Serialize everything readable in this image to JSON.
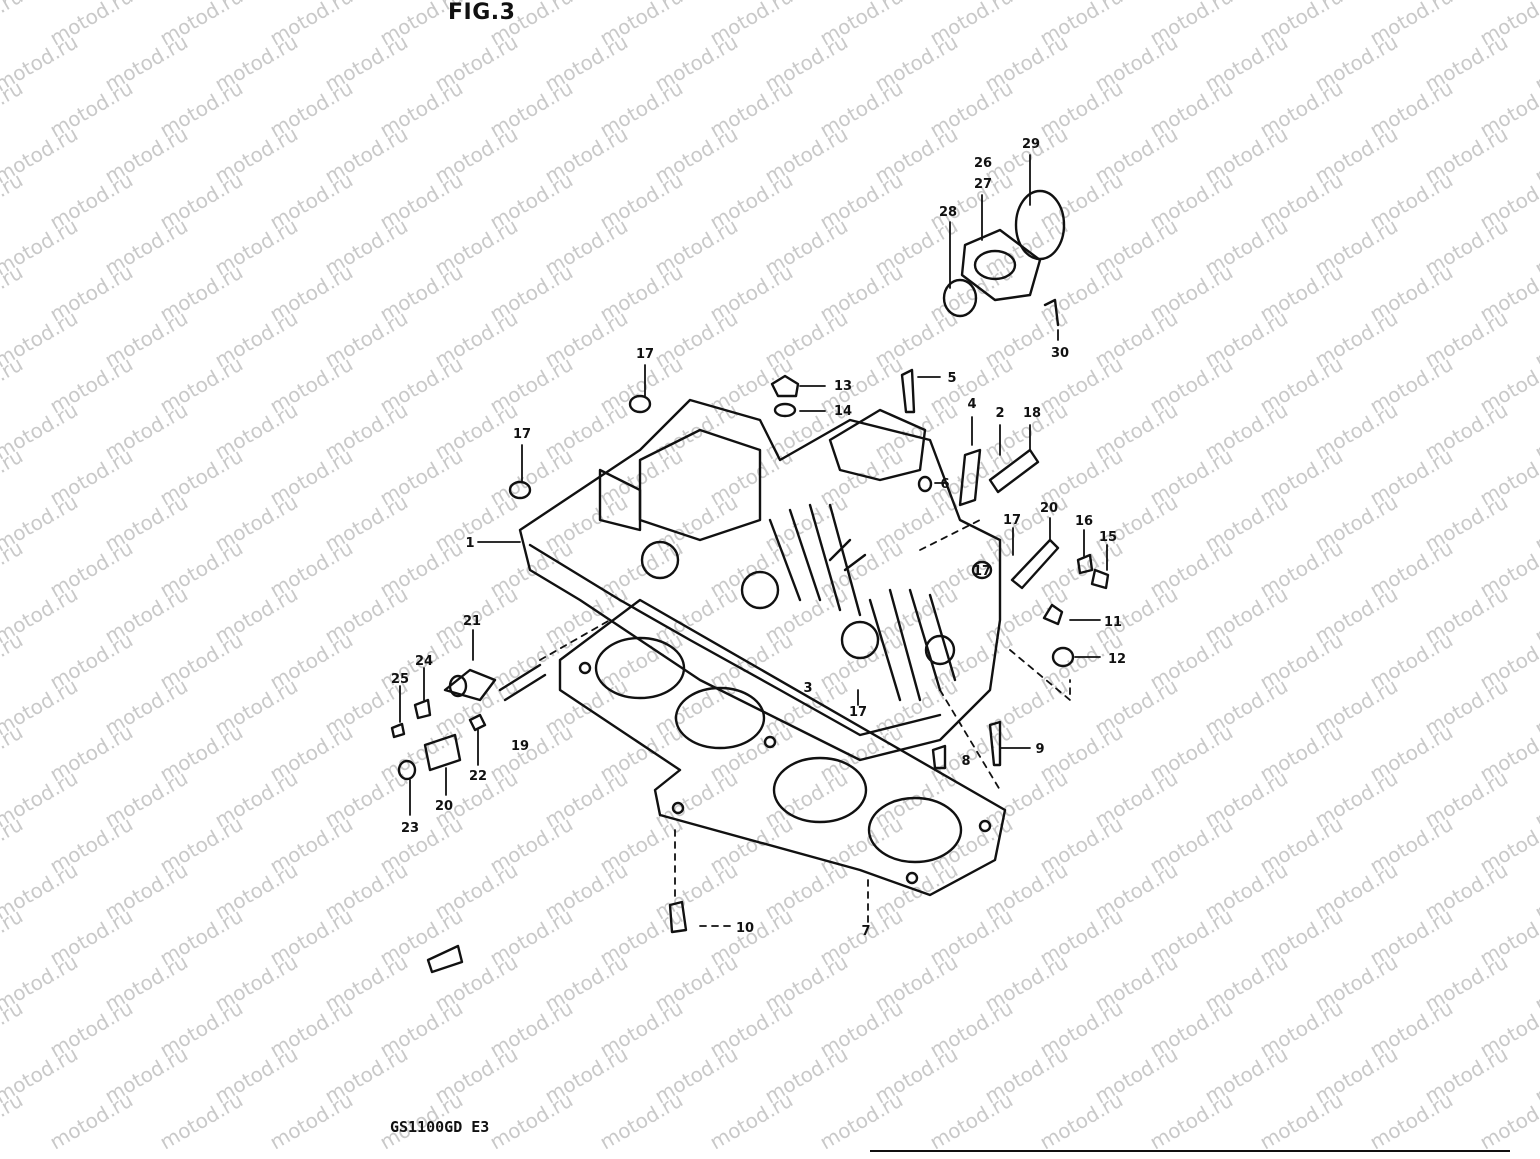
{
  "figure": {
    "title": "FIG.3",
    "model_code": "GS1100GD E3",
    "watermark": "motod.ru"
  },
  "callouts": [
    "1",
    "2",
    "3",
    "4",
    "5",
    "6",
    "7",
    "8",
    "9",
    "10",
    "11",
    "12",
    "13",
    "14",
    "15",
    "16",
    "17",
    "17",
    "17",
    "17",
    "17",
    "18",
    "19",
    "20",
    "20",
    "21",
    "22",
    "23",
    "24",
    "25",
    "26",
    "27",
    "28",
    "29",
    "30"
  ],
  "colors": {
    "ink": "#111111",
    "watermark": "#c9c9c9",
    "paper": "#ffffff"
  }
}
